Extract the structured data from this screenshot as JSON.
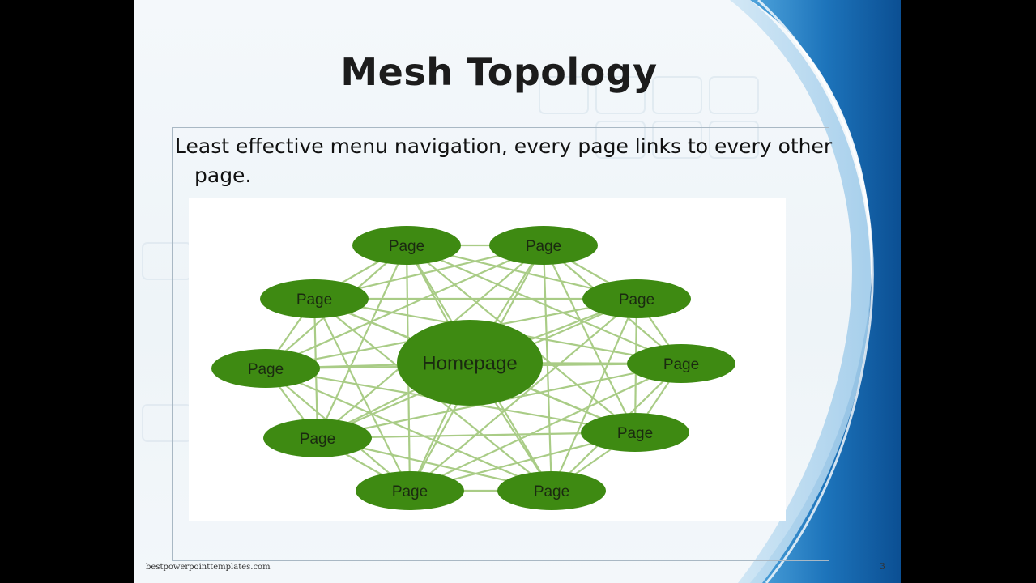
{
  "slide": {
    "title": "Mesh Topology",
    "body_text": "Least effective menu navigation, every page links to every other page.",
    "footer_url": "bestpowerpointtemplates.com",
    "slide_number": "3"
  },
  "diagram": {
    "center_node": {
      "label": "Homepage"
    },
    "page_nodes": [
      {
        "label": "Page"
      },
      {
        "label": "Page"
      },
      {
        "label": "Page"
      },
      {
        "label": "Page"
      },
      {
        "label": "Page"
      },
      {
        "label": "Page"
      },
      {
        "label": "Page"
      },
      {
        "label": "Page"
      },
      {
        "label": "Page"
      },
      {
        "label": "Page"
      }
    ],
    "connectivity": "every node links to every other node",
    "colors": {
      "node_fill": "#3e8a12",
      "edge": "#a9cc86",
      "label": "#1a2a10"
    }
  },
  "colors": {
    "accent_blue": "#1a6fb3",
    "background": "#eef4f8"
  }
}
